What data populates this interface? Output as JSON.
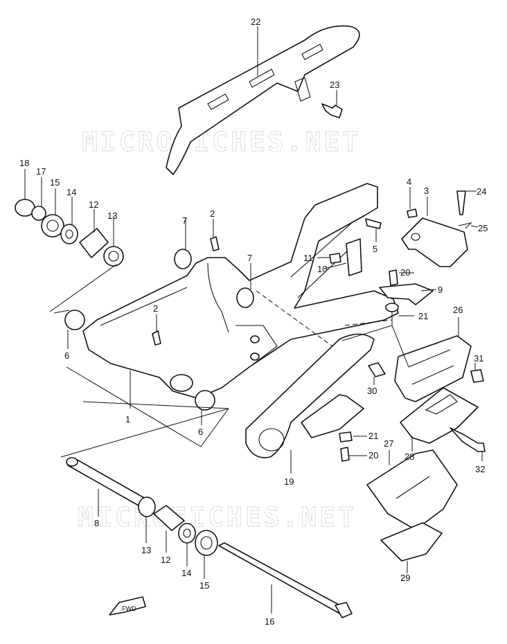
{
  "watermark": "MICROFICHES.NET",
  "fwd_label": "FWD",
  "part_labels": [
    "1",
    "2",
    "2",
    "3",
    "4",
    "5",
    "6",
    "6",
    "7",
    "7",
    "8",
    "9",
    "10",
    "11",
    "12",
    "12",
    "13",
    "13",
    "14",
    "14",
    "15",
    "15",
    "16",
    "17",
    "18",
    "19",
    "20",
    "20",
    "21",
    "21",
    "22",
    "23",
    "24",
    "25",
    "26",
    "27",
    "28",
    "29",
    "30",
    "31",
    "32"
  ],
  "colors": {
    "line": "#111111",
    "watermark": "#cfcfcf",
    "background": "#ffffff"
  }
}
